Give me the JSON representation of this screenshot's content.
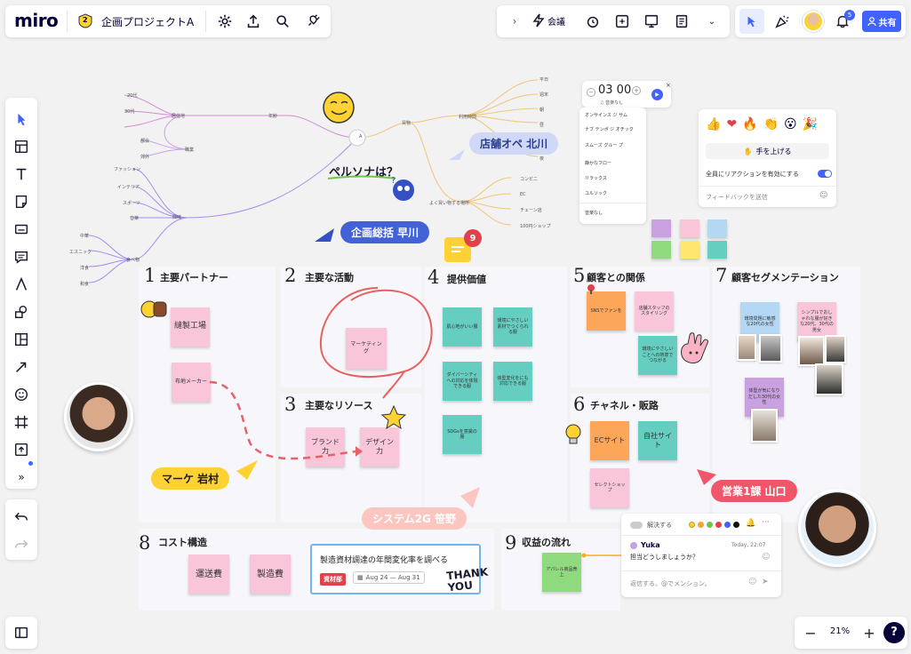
{
  "app": {
    "logo": "miro",
    "badge_count": "2",
    "board_name": "企画プロジェクトA"
  },
  "topright": {
    "meeting_label": "会議",
    "notif_count": "5",
    "share_label": "共有"
  },
  "colors": {
    "accent": "#4262ff",
    "red": "#e2404a"
  },
  "timer": {
    "value": "03 00",
    "label": "♫ 音楽なし"
  },
  "music_list": [
    "オンサインス ジ サム",
    "ナブ テンポ ジ オチック",
    "スムーズ グルー プ",
    "静かなフロー",
    "リラックス",
    "ユルソック",
    "音楽なし"
  ],
  "reactions": {
    "raise_hand": "手を上げる",
    "enable_all": "全員にリアクションを有効にする",
    "feedback": "フィードバックを送信"
  },
  "mindmap": {
    "persona_label": "ペルソナは？",
    "center": "A",
    "left_nodes": [
      "年齢",
      "居住地",
      "職業",
      "興味",
      "趣味",
      "食べ物"
    ],
    "left_leaves": [
      "20代",
      "30代",
      "都会",
      "郊外",
      "ファッション",
      "インテリア",
      "スポーツ",
      "音楽",
      "和食",
      "エスニック",
      "洋食",
      "中華"
    ],
    "right_nodes": [
      "買物",
      "利用時間",
      "よく買い物する場所"
    ],
    "right_leaves": [
      "平日",
      "週末",
      "朝",
      "昼",
      "夜",
      "コンビニ",
      "EC",
      "チェーン店",
      "100円ショップ"
    ]
  },
  "name_tags": {
    "store_ops": "店舗オペ 北川",
    "planning": "企画総括 早川",
    "marketing": "マーケ 岩村",
    "system": "システム2G 笹野",
    "sales": "営業1課 山口"
  },
  "comment_badge": "9",
  "bmc": {
    "sections": [
      {
        "num": "1",
        "title": "主要パートナー"
      },
      {
        "num": "2",
        "title": "主要な活動"
      },
      {
        "num": "3",
        "title": "主要なリソース"
      },
      {
        "num": "4",
        "title": "提供価値"
      },
      {
        "num": "5",
        "title": "顧客との関係"
      },
      {
        "num": "6",
        "title": "チャネル・販路"
      },
      {
        "num": "7",
        "title": "顧客セグメンテーション"
      },
      {
        "num": "8",
        "title": "コスト構造"
      },
      {
        "num": "9",
        "title": "収益の流れ"
      }
    ],
    "stickies": {
      "partner1": "縫製工場",
      "partner2": "布地メーカー",
      "activity1": "マーケティング",
      "resource1": "ブランド力",
      "resource2": "デザイン力",
      "value1": "肌心地がいい服",
      "value2": "環境にやさしい素材でつくられる服",
      "value3": "ダイバーシティへの対応を体現できる服",
      "value4": "体型変化をにも対応できる服",
      "value5": "SDGsを意識の服",
      "rel1": "SNSでファンを",
      "rel2": "店舗スタッフのスタイリング",
      "rel3": "環境にやさしいことへの熱意でつながる",
      "ch1": "ECサイト",
      "ch2": "自社サイト",
      "ch3": "セレクトショップ",
      "seg1": "環境問題に敏感な20代の女性",
      "seg2": "シンプルでおしゃれな服が好きな20代、30代の男女",
      "seg3": "体型が気になりだした30代の女性",
      "cost1": "運送費",
      "cost2": "製造費",
      "rev1": "アパレル商品売上"
    }
  },
  "task_card": {
    "title": "製造資材調達の年間変化率を調べる",
    "tag": "資材部",
    "dates": "Aug 24 — Aug 31"
  },
  "thank_you": "THANK YOU",
  "comment_panel": {
    "resolve": "解決する",
    "user": "Yuka",
    "time": "Today, 22:07",
    "message": "担当どうしましょうか？",
    "reply_placeholder": "返信する。@でメンション。"
  },
  "zoom": {
    "level": "21%",
    "minus": "−",
    "plus": "+",
    "help": "?"
  }
}
